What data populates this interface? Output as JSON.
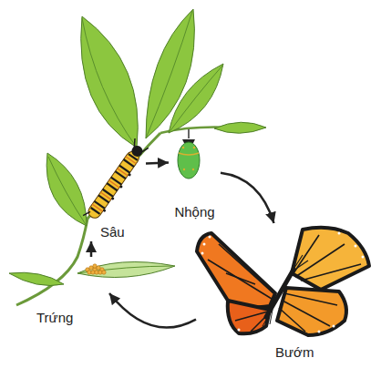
{
  "diagram": {
    "nodes": [
      {
        "text": [
          "Sâu"
        ]
      },
      {
        "text": [
          "Nhộng"
        ]
      },
      {
        "text": [
          "Bướm"
        ]
      },
      {
        "text": [
          "Trứng"
        ]
      }
    ],
    "edges": [
      {
        "from": 0,
        "to": 1,
        "arrow": "to"
      },
      {
        "from": 1,
        "to": 2,
        "arrow": "to"
      },
      {
        "from": 2,
        "to": 3,
        "arrow": "to"
      },
      {
        "from": 3,
        "to": 0,
        "arrow": "to"
      }
    ]
  }
}
